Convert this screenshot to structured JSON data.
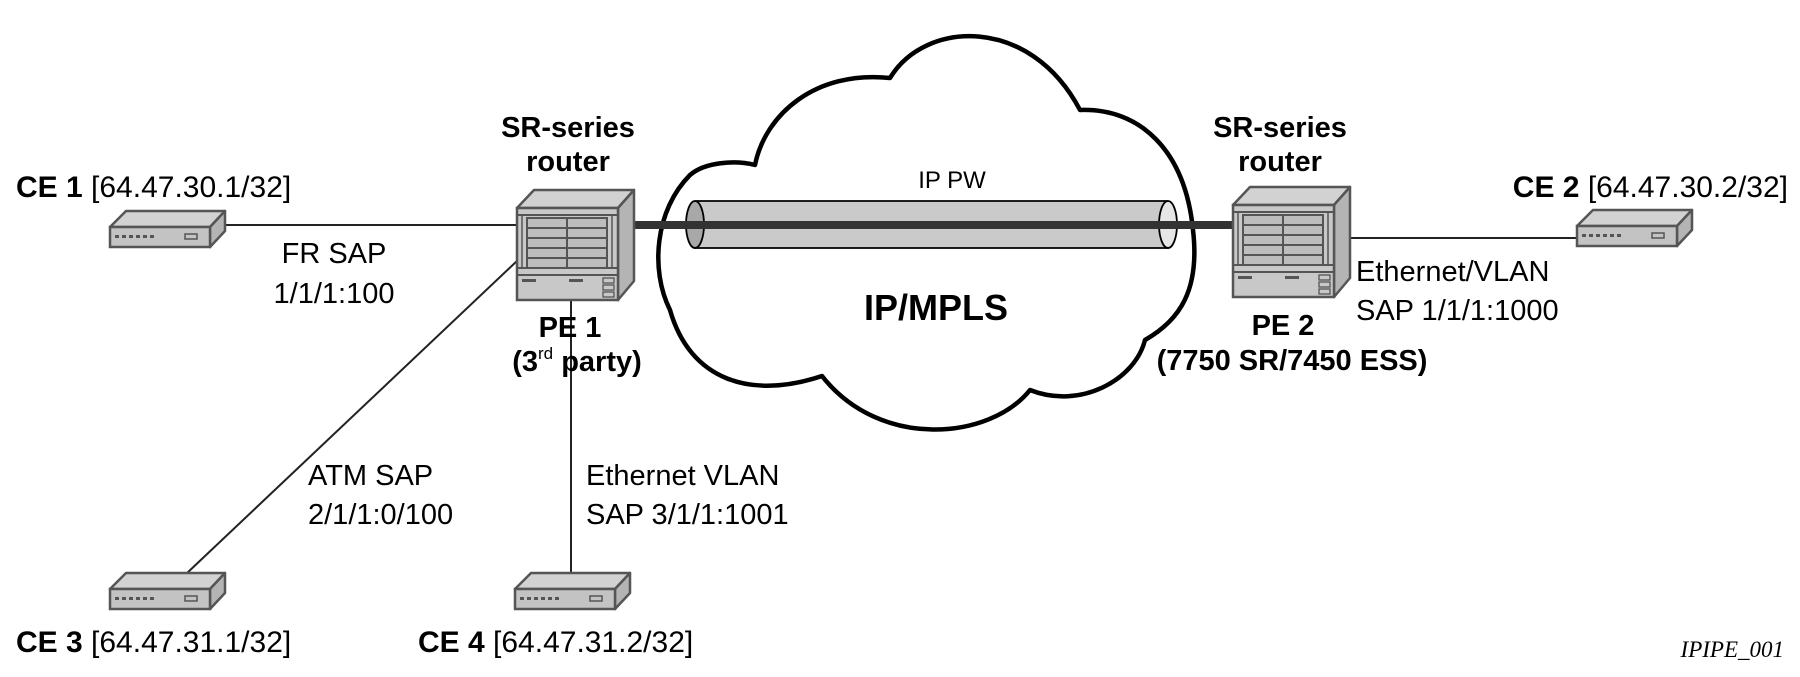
{
  "diagram": {
    "figure_id": "IPIPE_001",
    "cloud": {
      "label": "IP/MPLS"
    },
    "pseudowire": {
      "label": "IP PW"
    },
    "pe1": {
      "role": "SR-series",
      "role2": "router",
      "name": "PE 1",
      "sub_pre": "(3",
      "sub_sup": "rd",
      "sub_post": " party)"
    },
    "pe2": {
      "role": "SR-series",
      "role2": "router",
      "name": "PE 2",
      "sub": "(7750 SR/7450 ESS)"
    },
    "ce1": {
      "name": "CE 1",
      "addr": " [64.47.30.1/32]"
    },
    "ce2": {
      "name": "CE 2",
      "addr": " [64.47.30.2/32]"
    },
    "ce3": {
      "name": "CE 3",
      "addr": " [64.47.31.1/32]"
    },
    "ce4": {
      "name": "CE 4",
      "addr": " [64.47.31.2/32]"
    },
    "links": {
      "ce1_pe1": {
        "line1": "FR SAP",
        "line2": "1/1/1:100"
      },
      "ce3_pe1": {
        "line1": "ATM SAP",
        "line2": "2/1/1:0/100"
      },
      "ce4_pe1": {
        "line1": "Ethernet VLAN",
        "line2": "SAP 3/1/1:1001"
      },
      "pe2_ce2": {
        "line1": "Ethernet/VLAN",
        "line2": "SAP 1/1/1:1000"
      }
    }
  }
}
